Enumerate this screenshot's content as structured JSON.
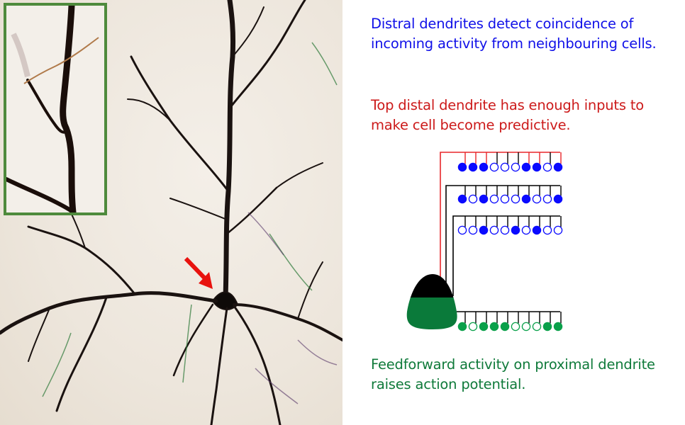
{
  "photo": {
    "description": "Micrograph of a stained pyramidal neuron with branching dendrites",
    "inset_description": "Magnified dendrite segment showing spines",
    "inset_border_color": "#4e8a3c",
    "arrow_color": "#e8120e",
    "arrow_target": "cell-body"
  },
  "annotations": {
    "distal": "Distral dendrites detect coincidence of incoming activity from neighbouring cells.",
    "predictive": "Top distal dendrite has enough inputs to make cell become predictive.",
    "feedforward": "Feedforward activity on proximal dendrite raises action potential."
  },
  "colors": {
    "distal_text": "#1010e8",
    "predictive_text": "#cc1a1a",
    "feedforward_text": "#0f7a3a",
    "distal_synapse": "#0a0aff",
    "proximal_synapse": "#0aa04a",
    "cell_body_top": "#000000",
    "cell_body_bottom": "#0a7a3a",
    "active_dendrite_line": "#e8262a"
  },
  "diagram": {
    "distal_segments": [
      {
        "id": "top",
        "active": true,
        "synapses": [
          1,
          1,
          1,
          0,
          0,
          0,
          1,
          1,
          0,
          1
        ]
      },
      {
        "id": "middle",
        "active": false,
        "synapses": [
          1,
          0,
          1,
          0,
          0,
          0,
          1,
          0,
          0,
          1
        ]
      },
      {
        "id": "bottom",
        "active": false,
        "synapses": [
          0,
          0,
          1,
          0,
          0,
          1,
          0,
          1,
          0,
          0
        ]
      }
    ],
    "proximal_segment": {
      "synapses": [
        1,
        0,
        1,
        1,
        1,
        0,
        0,
        0,
        1,
        1
      ]
    }
  }
}
